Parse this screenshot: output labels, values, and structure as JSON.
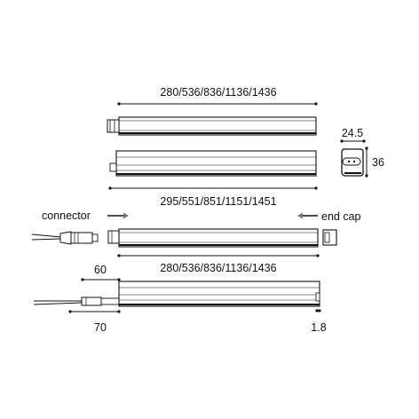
{
  "dimensions": {
    "top_length": "280/536/836/1136/1436",
    "middle_length": "295/551/851/1151/1451",
    "bottom_length": "280/536/836/1136/1436",
    "profile_width": "24.5",
    "profile_height": "36",
    "cable_short": "60",
    "cable_long": "70",
    "gap": "1.8"
  },
  "labels": {
    "connector": "connector",
    "end_cap": "end cap"
  }
}
